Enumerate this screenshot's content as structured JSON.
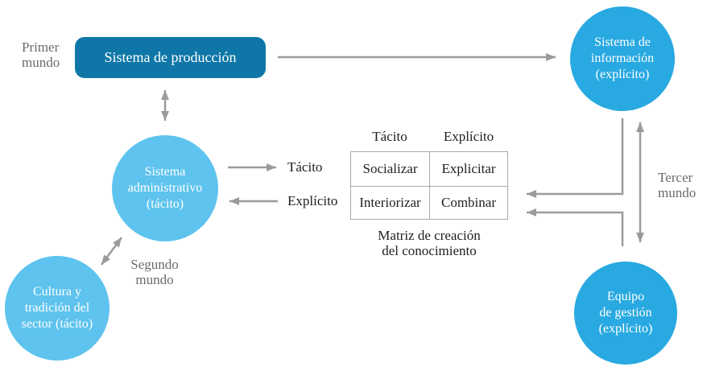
{
  "colors": {
    "dark_blue": "#0f77a8",
    "bright_blue": "#29a9e1",
    "light_blue": "#5ec3ee",
    "arrow_gray": "#9b9b9b",
    "muted_text": "#6b6b6b",
    "text": "#1f1f1f",
    "table_border": "#a9a9a9"
  },
  "world_labels": {
    "primer": [
      "Primer",
      "mundo"
    ],
    "segundo": [
      "Segundo",
      "mundo"
    ],
    "tercer": [
      "Tercer",
      "mundo"
    ]
  },
  "nodes": {
    "produccion": {
      "label": "Sistema de producción"
    },
    "informacion": {
      "lines": [
        "Sistema de",
        "información",
        "(explícito)"
      ]
    },
    "administrativo": {
      "lines": [
        "Sistema",
        "administrativo",
        "(tácito)"
      ]
    },
    "cultura": {
      "lines": [
        "Cultura y",
        "tradición del",
        "sector (tácito)"
      ]
    },
    "gestion": {
      "lines": [
        "Equipo",
        "de gestión",
        "(explícito)"
      ]
    }
  },
  "flow_labels": {
    "tacito": "Tácito",
    "explicito": "Explícito"
  },
  "matrix": {
    "col_headers": [
      "Tácito",
      "Explícito"
    ],
    "rows": [
      [
        "Socializar",
        "Explicitar"
      ],
      [
        "Interiorizar",
        "Combinar"
      ]
    ],
    "caption": [
      "Matriz de creación",
      "del conocimiento"
    ]
  }
}
